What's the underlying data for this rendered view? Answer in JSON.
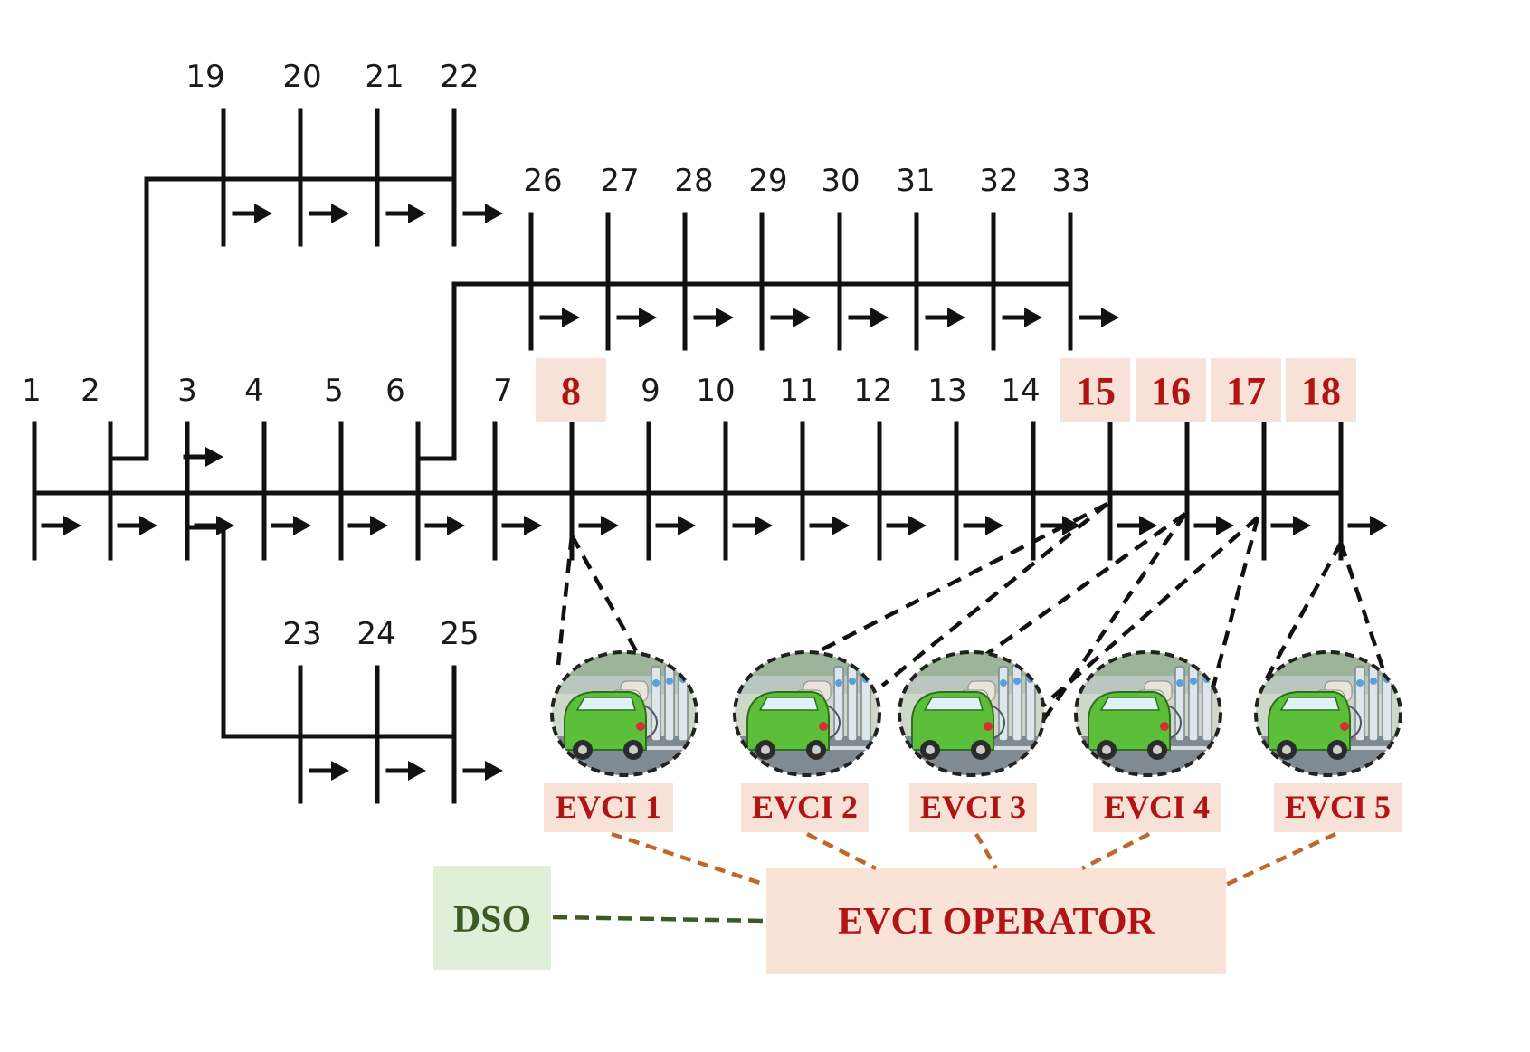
{
  "main_bus_labels": [
    "1",
    "2",
    "3",
    "4",
    "5",
    "6",
    "7",
    "8",
    "9",
    "10",
    "11",
    "12",
    "13",
    "14",
    "15",
    "16",
    "17",
    "18"
  ],
  "highlighted_buses": [
    "8",
    "15",
    "16",
    "17",
    "18"
  ],
  "branch_19_22_labels": [
    "19",
    "20",
    "21",
    "22"
  ],
  "branch_26_33_labels": [
    "26",
    "27",
    "28",
    "29",
    "30",
    "31",
    "32",
    "33"
  ],
  "branch_23_25_labels": [
    "23",
    "24",
    "25"
  ],
  "evci_labels": [
    "EVCI 1",
    "EVCI 2",
    "EVCI 3",
    "EVCI 4",
    "EVCI 5"
  ],
  "operator_label": "EVCI OPERATOR",
  "dso_label": "DSO",
  "colors": {
    "line": "#111111",
    "highlight_fill": "#f8e1d6",
    "highlight_text": "#b01414",
    "operator_fill": "#f9e2d6",
    "dso_fill": "#e0f0d8",
    "dso_text": "#3d5a24",
    "orange_dash": "#c0672a",
    "green_dash": "#3d5a24"
  },
  "icons": {
    "load": "arrow-right-icon",
    "charging_station": "ev-charging-station-icon"
  }
}
